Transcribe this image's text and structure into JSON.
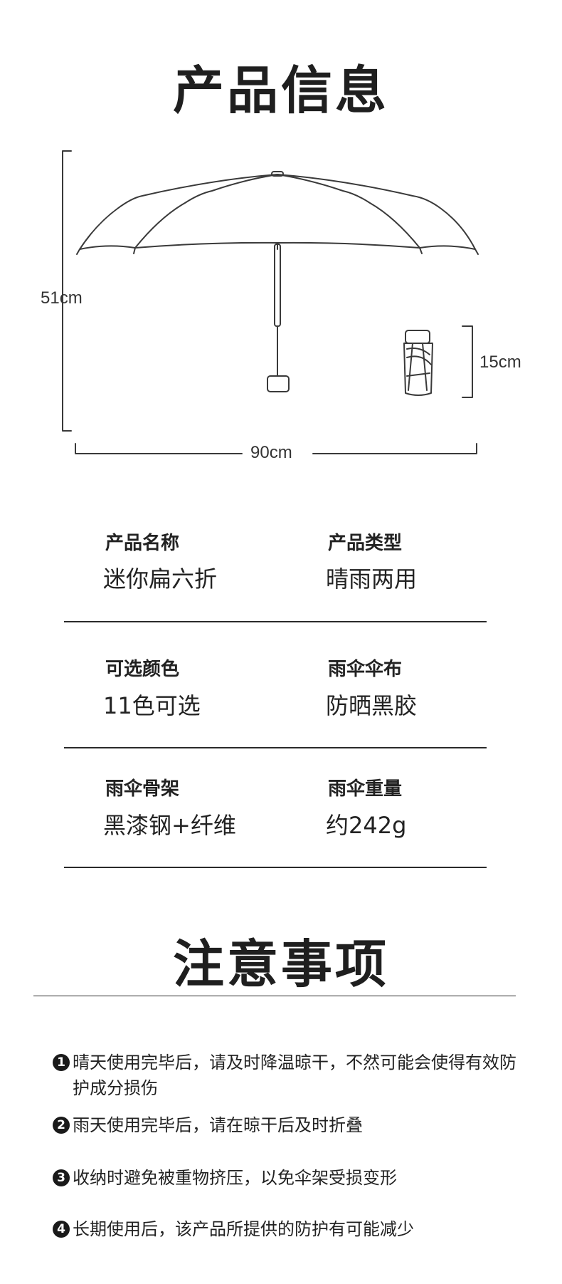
{
  "section_product_info": {
    "title": "产品信息"
  },
  "diagram": {
    "height_label": "51cm",
    "width_label": "90cm",
    "folded_label": "15cm"
  },
  "specs": [
    {
      "label": "产品名称",
      "value": "迷你扁六折"
    },
    {
      "label": "产品类型",
      "value": "晴雨两用"
    },
    {
      "label": "可选颜色",
      "value": "11色可选"
    },
    {
      "label": "雨伞伞布",
      "value": "防晒黑胶"
    },
    {
      "label": "雨伞骨架",
      "value": "黑漆钢+纤维"
    },
    {
      "label": "雨伞重量",
      "value": "约242g"
    }
  ],
  "section_notes": {
    "title": "注意事项"
  },
  "notes": [
    {
      "num": "1",
      "text": "晴天使用完毕后，请及时降温晾干，不然可能会使得有效防护成分损伤"
    },
    {
      "num": "2",
      "text": "雨天使用完毕后，请在晾干后及时折叠"
    },
    {
      "num": "3",
      "text": "收纳时避免被重物挤压，以免伞架受损变形"
    },
    {
      "num": "4",
      "text": "长期使用后，该产品所提供的防护有可能减少"
    }
  ]
}
